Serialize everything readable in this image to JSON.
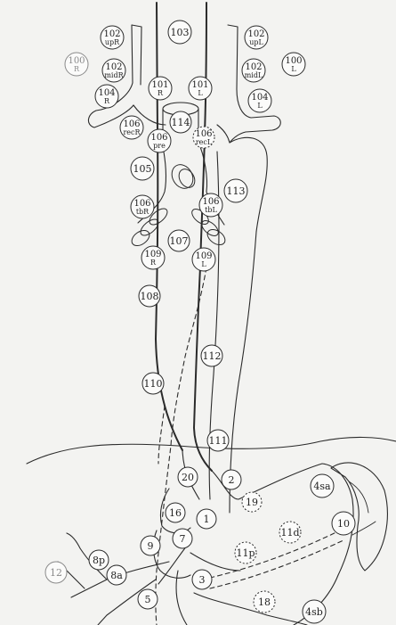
{
  "nodes": [
    {
      "id": "n103",
      "line1": "103",
      "line2": "",
      "style": "solid"
    },
    {
      "id": "n102upR",
      "line1": "102",
      "line2": "upR",
      "style": "solid"
    },
    {
      "id": "n102upL",
      "line1": "102",
      "line2": "upL",
      "style": "solid"
    },
    {
      "id": "n100R",
      "line1": "100",
      "line2": "R",
      "style": "faint"
    },
    {
      "id": "n100L",
      "line1": "100",
      "line2": "L",
      "style": "solid"
    },
    {
      "id": "n102midR",
      "line1": "102",
      "line2": "midR",
      "style": "solid"
    },
    {
      "id": "n102midL",
      "line1": "102",
      "line2": "midL",
      "style": "solid"
    },
    {
      "id": "n101R",
      "line1": "101",
      "line2": "R",
      "style": "solid"
    },
    {
      "id": "n101L",
      "line1": "101",
      "line2": "L",
      "style": "solid"
    },
    {
      "id": "n104R",
      "line1": "104",
      "line2": "R",
      "style": "solid"
    },
    {
      "id": "n104L",
      "line1": "104",
      "line2": "L",
      "style": "solid"
    },
    {
      "id": "n114",
      "line1": "114",
      "line2": "",
      "style": "solid"
    },
    {
      "id": "n106recR",
      "line1": "106",
      "line2": "recR",
      "style": "solid"
    },
    {
      "id": "n106recL",
      "line1": "106",
      "line2": "recL",
      "style": "dash"
    },
    {
      "id": "n106pre",
      "line1": "106",
      "line2": "pre",
      "style": "solid"
    },
    {
      "id": "n105",
      "line1": "105",
      "line2": "",
      "style": "solid"
    },
    {
      "id": "n113",
      "line1": "113",
      "line2": "",
      "style": "solid"
    },
    {
      "id": "n106tbR",
      "line1": "106",
      "line2": "tbR",
      "style": "solid"
    },
    {
      "id": "n106tbL",
      "line1": "106",
      "line2": "tbL",
      "style": "solid"
    },
    {
      "id": "n107",
      "line1": "107",
      "line2": "",
      "style": "solid"
    },
    {
      "id": "n109R",
      "line1": "109",
      "line2": "R",
      "style": "solid"
    },
    {
      "id": "n109L",
      "line1": "109",
      "line2": "L",
      "style": "solid"
    },
    {
      "id": "n108",
      "line1": "108",
      "line2": "",
      "style": "solid"
    },
    {
      "id": "n112",
      "line1": "112",
      "line2": "",
      "style": "solid"
    },
    {
      "id": "n110",
      "line1": "110",
      "line2": "",
      "style": "solid"
    },
    {
      "id": "n111",
      "line1": "111",
      "line2": "",
      "style": "solid"
    },
    {
      "id": "n20",
      "line1": "20",
      "line2": "",
      "style": "solid"
    },
    {
      "id": "n2",
      "line1": "2",
      "line2": "",
      "style": "solid"
    },
    {
      "id": "n4sa",
      "line1": "4sa",
      "line2": "",
      "style": "solid"
    },
    {
      "id": "n19",
      "line1": "19",
      "line2": "",
      "style": "dash"
    },
    {
      "id": "n16",
      "line1": "16",
      "line2": "",
      "style": "solid"
    },
    {
      "id": "n1",
      "line1": "1",
      "line2": "",
      "style": "solid"
    },
    {
      "id": "n10",
      "line1": "10",
      "line2": "",
      "style": "solid"
    },
    {
      "id": "n11d",
      "line1": "11d",
      "line2": "",
      "style": "dash"
    },
    {
      "id": "n9",
      "line1": "9",
      "line2": "",
      "style": "solid"
    },
    {
      "id": "n7",
      "line1": "7",
      "line2": "",
      "style": "solid"
    },
    {
      "id": "n11p",
      "line1": "11p",
      "line2": "",
      "style": "dash"
    },
    {
      "id": "n8p",
      "line1": "8p",
      "line2": "",
      "style": "solid"
    },
    {
      "id": "n12",
      "line1": "12",
      "line2": "",
      "style": "faint"
    },
    {
      "id": "n8a",
      "line1": "8a",
      "line2": "",
      "style": "solid"
    },
    {
      "id": "n3",
      "line1": "3",
      "line2": "",
      "style": "solid"
    },
    {
      "id": "n5",
      "line1": "5",
      "line2": "",
      "style": "solid"
    },
    {
      "id": "n18",
      "line1": "18",
      "line2": "",
      "style": "dash"
    },
    {
      "id": "n4sb",
      "line1": "4sb",
      "line2": "",
      "style": "solid"
    }
  ]
}
